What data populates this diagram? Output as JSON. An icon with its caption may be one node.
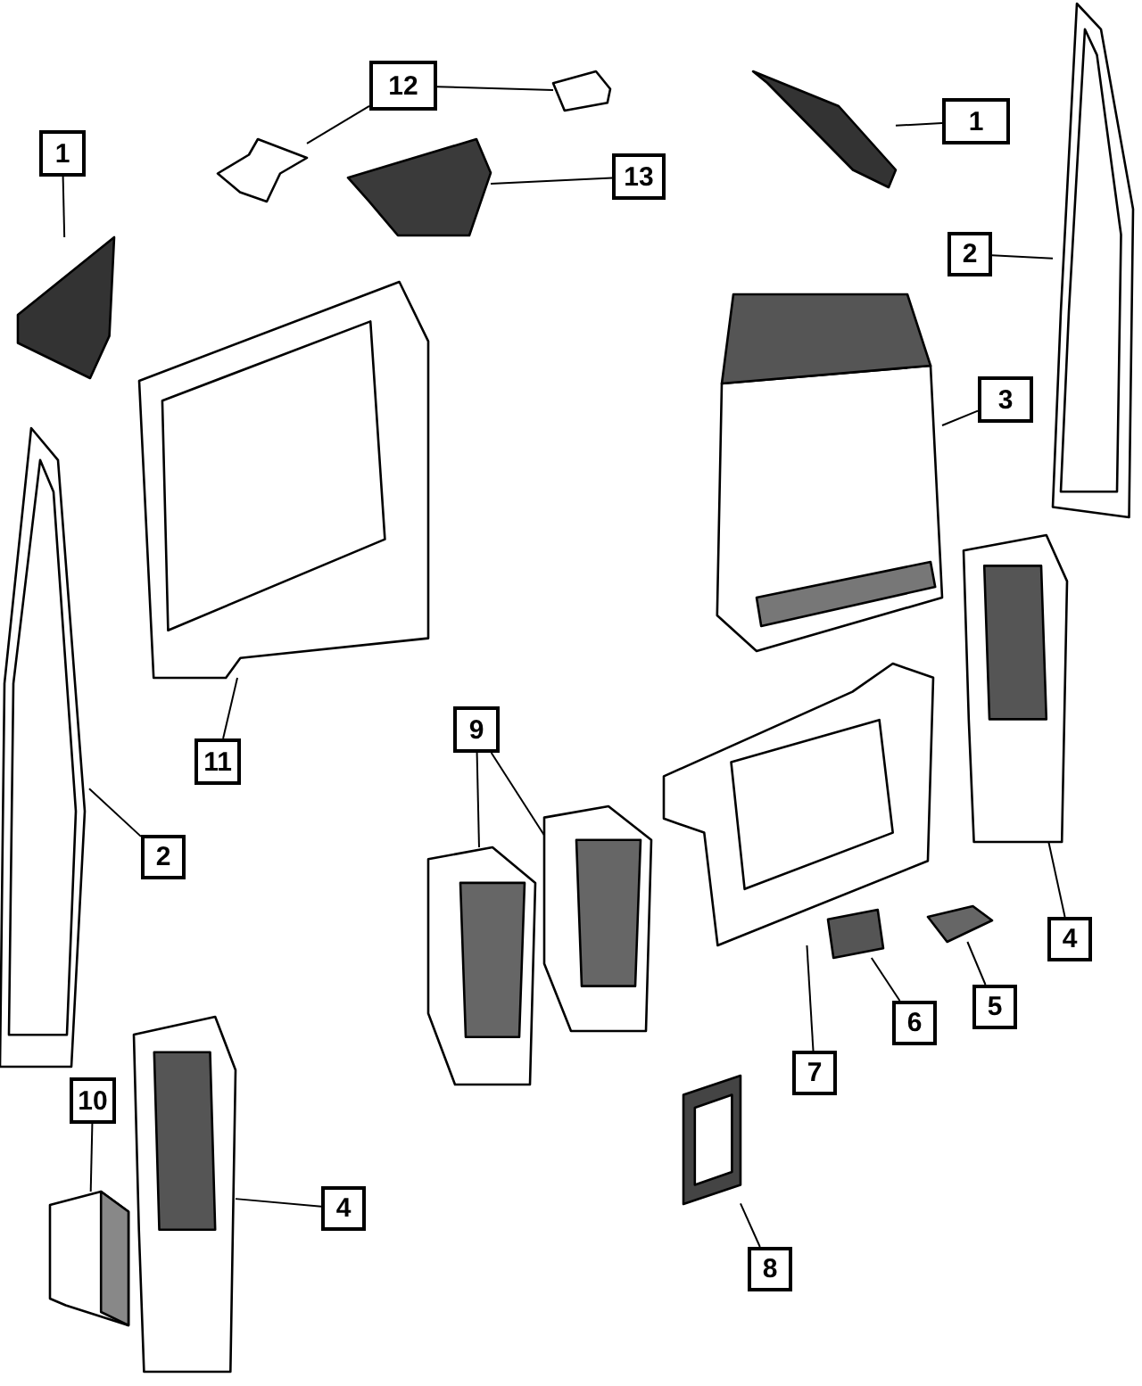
{
  "diagram": {
    "nodes": [
      {
        "text": [
          "12"
        ]
      },
      {
        "text": [
          "1"
        ]
      },
      {
        "text": [
          "1"
        ]
      },
      {
        "text": [
          "13"
        ]
      },
      {
        "text": [
          "2"
        ]
      },
      {
        "text": [
          "3"
        ]
      },
      {
        "text": [
          "11"
        ]
      },
      {
        "text": [
          "9"
        ]
      },
      {
        "text": [
          "2"
        ]
      },
      {
        "text": [
          "4"
        ]
      },
      {
        "text": [
          "5"
        ]
      },
      {
        "text": [
          "6"
        ]
      },
      {
        "text": [
          "7"
        ]
      },
      {
        "text": [
          "10"
        ]
      },
      {
        "text": [
          "4"
        ]
      },
      {
        "text": [
          "8"
        ]
      },
      {
        "text": [],
        "shape": "picture"
      },
      {
        "text": [],
        "shape": "picture"
      },
      {
        "text": [],
        "shape": "picture"
      },
      {
        "text": [],
        "shape": "picture"
      },
      {
        "text": [],
        "shape": "picture"
      },
      {
        "text": [],
        "shape": "picture"
      },
      {
        "text": [],
        "shape": "picture"
      },
      {
        "text": [],
        "shape": "picture"
      },
      {
        "text": [],
        "shape": "picture"
      },
      {
        "text": [],
        "shape": "picture"
      },
      {
        "text": [],
        "shape": "picture"
      },
      {
        "text": [],
        "shape": "picture"
      },
      {
        "text": [],
        "shape": "picture"
      },
      {
        "text": [],
        "shape": "picture"
      },
      {
        "text": [],
        "shape": "picture"
      },
      {
        "text": [],
        "shape": "picture"
      },
      {
        "text": [],
        "shape": "picture"
      },
      {
        "text": [],
        "shape": "picture"
      }
    ],
    "edges": [
      {
        "from": 0,
        "to": 16,
        "arrow": "none"
      },
      {
        "from": 0,
        "to": 17,
        "arrow": "none"
      },
      {
        "from": 1,
        "to": 18,
        "arrow": "none"
      },
      {
        "from": 2,
        "to": 19,
        "arrow": "none"
      },
      {
        "from": 3,
        "to": 20,
        "arrow": "none"
      },
      {
        "from": 4,
        "to": 21,
        "arrow": "none"
      },
      {
        "from": 5,
        "to": 22,
        "arrow": "none"
      },
      {
        "from": 6,
        "to": 23,
        "arrow": "none"
      },
      {
        "from": 7,
        "to": 24,
        "arrow": "none"
      },
      {
        "from": 7,
        "to": 25,
        "arrow": "none"
      },
      {
        "from": 8,
        "to": 26,
        "arrow": "none"
      },
      {
        "from": 9,
        "to": 27,
        "arrow": "none"
      },
      {
        "from": 10,
        "to": 28,
        "arrow": "none"
      },
      {
        "from": 11,
        "to": 29,
        "arrow": "none"
      },
      {
        "from": 12,
        "to": 30,
        "arrow": "none"
      },
      {
        "from": 13,
        "to": 31,
        "arrow": "none"
      },
      {
        "from": 14,
        "to": 32,
        "arrow": "none"
      },
      {
        "from": 15,
        "to": 33,
        "arrow": "none"
      }
    ]
  }
}
